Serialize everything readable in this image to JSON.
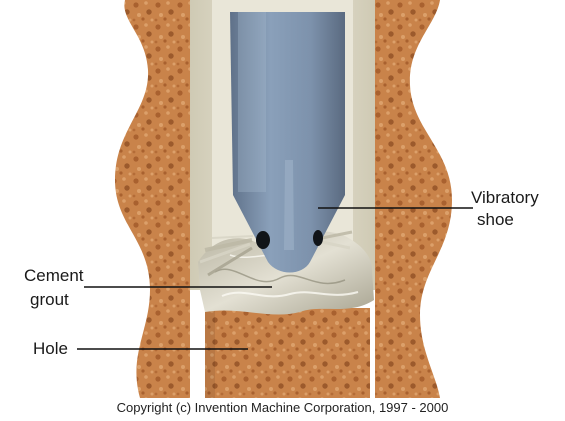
{
  "labels": {
    "vibratory_shoe_line1": "Vibratory",
    "vibratory_shoe_line2": "shoe",
    "cement_grout_line1": "Cement",
    "cement_grout_line2": "grout",
    "hole": "Hole"
  },
  "copyright": "Copyright (c) Invention Machine Corporation, 1997 - 2000",
  "colors": {
    "soil": "#c9834a",
    "soil_dark": "#9c5a2c",
    "casing": "#e4e0cf",
    "shoe": "#7f94ad",
    "grout": "#d3d0bf",
    "callout_line": "#111111"
  }
}
